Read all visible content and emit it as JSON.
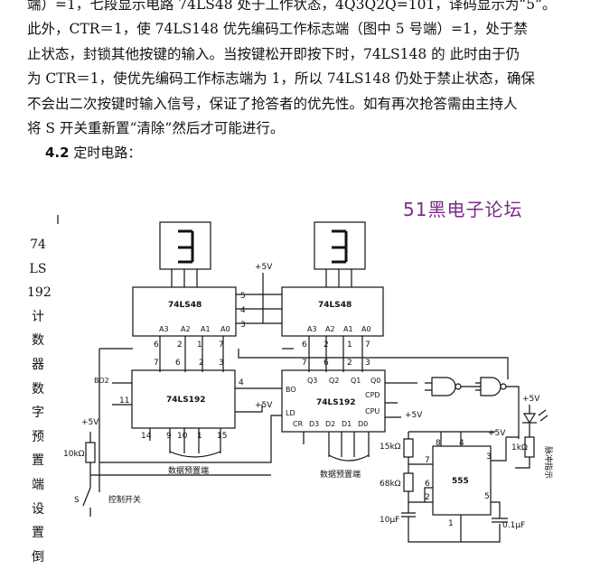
{
  "paragraph": [
    "端）=1，七段显示电路 74LS48 处于工作状态，4Q3Q2Q=101，译码显示为“5”。",
    "此外，CTR＝1，使 74LS148 优先编码工作标志端（图中 5 号端）=1，处于禁",
    "止状态，封锁其他按键的输入。当按键松开即按下时，74LS148 的  此时由于仍",
    "为 CTR＝1，使优先编码工作标志端为 1，所以 74LS148 仍处于禁止状态，确保",
    "不会出二次按键时输入信号，保证了抢答者的优先性。如有再次抢答需由主持人",
    "将 S 开关重新置“清除”然后才可能进行。"
  ],
  "section": {
    "number": "4.2",
    "title": "定时电路："
  },
  "watermark": "51黑电子论坛",
  "vertical_caption": [
    "74",
    "LS",
    "192",
    "计",
    "数",
    "器",
    "数",
    "字",
    "预",
    "置",
    "端",
    "设",
    "置",
    "倒"
  ],
  "schematic": {
    "decoder_label": "74LS48",
    "counter_label": "74LS192",
    "timer_label": "555",
    "supply": "+5V",
    "bo_label": "BO",
    "bo2_label": "BO2",
    "ld_label": "LD",
    "cr_label": "CR",
    "cpd_label": "CPD",
    "cpu_label": "CPU",
    "addr_pins": [
      "A3",
      "A2",
      "A1",
      "A0"
    ],
    "q_pins": [
      "Q3",
      "Q2",
      "Q1",
      "Q0"
    ],
    "d_pins": [
      "D3",
      "D2",
      "D1",
      "D0"
    ],
    "preset_label": "数据预置端",
    "switch_label": "控制开关",
    "switch_name": "S",
    "pulse_label": "脉冲指示",
    "r_10k": "10kΩ",
    "r_15k": "15kΩ",
    "r_68k": "68kΩ",
    "r_1k": "1kΩ",
    "c_10u": "10μF",
    "c_01u": "0.1μF",
    "pins": {
      "p1": "1",
      "p2": "2",
      "p3": "3",
      "p4": "4",
      "p5": "5",
      "p6": "6",
      "p7": "7",
      "p8": "8",
      "p9": "9",
      "p10": "10",
      "p11": "11",
      "p14": "14",
      "p15": "15"
    }
  }
}
